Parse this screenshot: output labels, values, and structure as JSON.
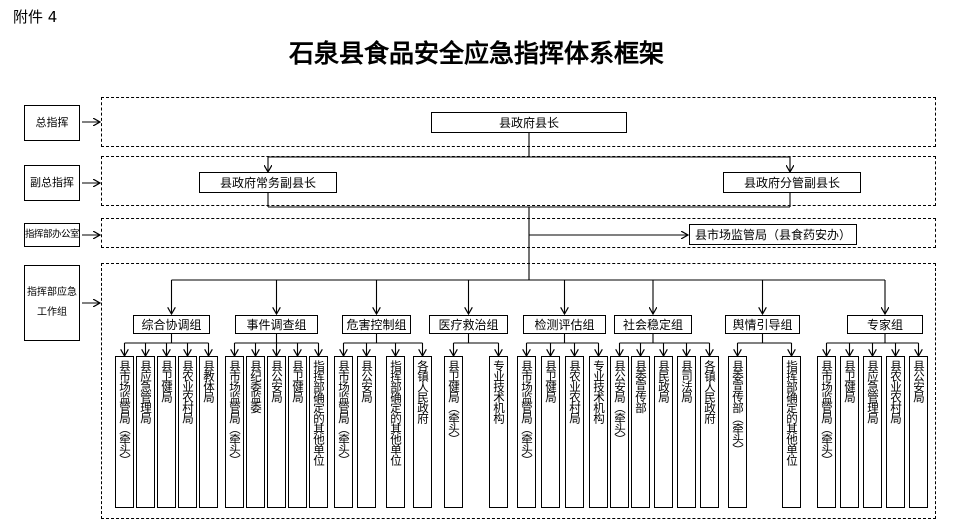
{
  "attachment": "附件 4",
  "title": "石泉县食品安全应急指挥体系框架",
  "rows": {
    "commander": "总指挥",
    "deputy": "副总指挥",
    "office": "指挥部办公室",
    "groups_line1": "指挥部应急",
    "groups_line2": "工作组"
  },
  "nodes": {
    "county_head": "县政府县长",
    "deputy_exec": "县政府常务副县长",
    "deputy_charge": "县政府分管副县长",
    "market_bureau": "县市场监管局（县食药安办）"
  },
  "groups": [
    {
      "name": "综合协调组",
      "units": [
        "县市场监管局（牵头）",
        "县应急管理局",
        "县卫健局",
        "县农业农村局",
        "县教体局"
      ]
    },
    {
      "name": "事件调查组",
      "units": [
        "县市场监管局（牵头）",
        "县纪委监委",
        "县公安局",
        "县卫健局",
        "指挥部确定的其他单位"
      ]
    },
    {
      "name": "危害控制组",
      "units": [
        "县市场监管局（牵头）",
        "县公安局",
        "指挥部确定的其他单位",
        "各镇人民政府"
      ]
    },
    {
      "name": "医疗救治组",
      "units": [
        "县卫健局（牵头）",
        "专业技术机构"
      ]
    },
    {
      "name": "检测评估组",
      "units": [
        "县市场监管局（牵头）",
        "县卫健局",
        "县农业农村局",
        "专业技术机构"
      ]
    },
    {
      "name": "社会稳定组",
      "units": [
        "县公安局（牵头）",
        "县委宣传部",
        "县民政局",
        "县司法局",
        "各镇人民政府"
      ]
    },
    {
      "name": "舆情引导组",
      "units": [
        "县委宣传部（牵头）",
        "指挥部确定的其他单位"
      ]
    },
    {
      "name": "专家组",
      "units": [
        "县市场监管局（牵头）",
        "县卫健局",
        "县应急管理局",
        "县农业农村局",
        "县公安局"
      ]
    }
  ]
}
